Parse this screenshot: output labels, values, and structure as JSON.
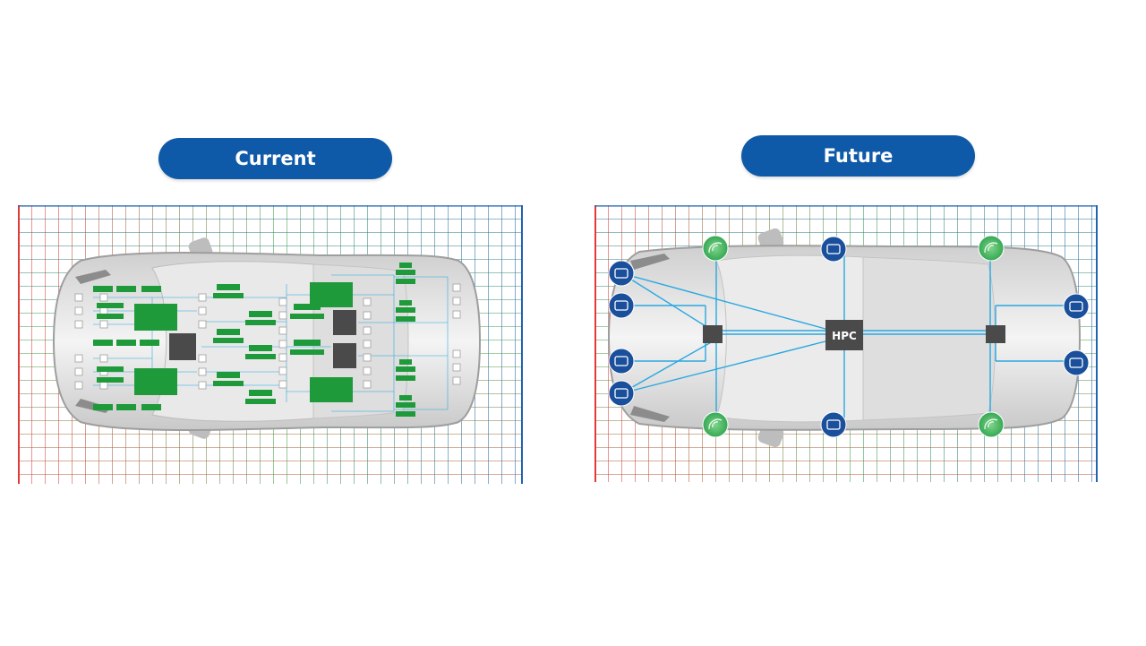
{
  "headers": {
    "current": "Current",
    "future": "Future"
  },
  "hpc_label": "HPC",
  "colors": {
    "pill": "#0f5aa8",
    "node_blue": "#1a4f9c",
    "node_green": "#34a853",
    "ecu_green": "#1f9a3b",
    "gateway_dark": "#4a4a4a",
    "wire_cyan": "#29a8e0",
    "grid_red": "#e53935",
    "grid_green": "#43a047",
    "grid_blue": "#1e63b4"
  },
  "icons": {
    "current_panel": "car-top-view-distributed-ecus",
    "future_panel": "car-top-view-centralized-hpc",
    "blue_node": "camera-sensor-icon",
    "green_node": "radar-sensor-icon"
  }
}
